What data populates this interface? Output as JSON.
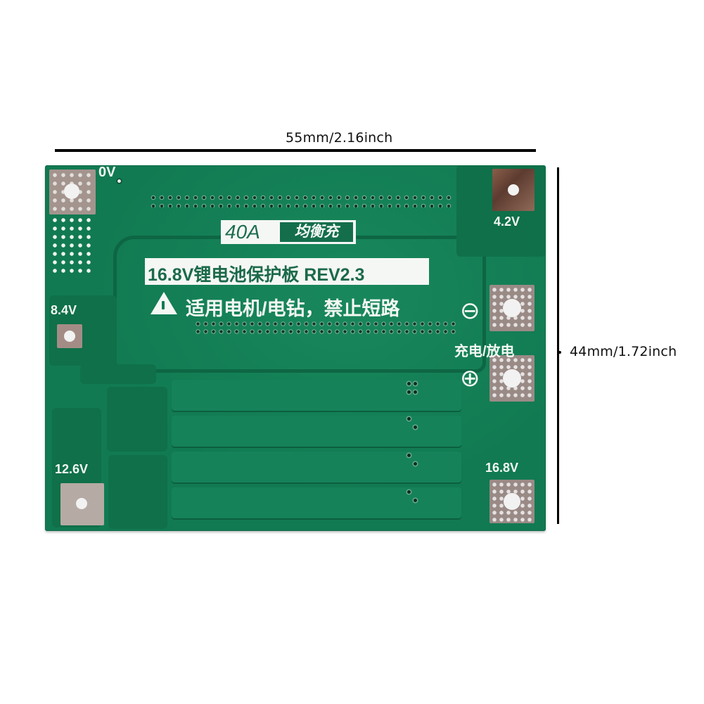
{
  "dimensions": {
    "width_label": "55mm/2.16inch",
    "height_label": "44mm/1.72inch"
  },
  "board": {
    "color": "#117a52",
    "badge": {
      "current": "40A",
      "feature": "均衡充"
    },
    "title_line": "16.8V锂电池保护板 REV2.3",
    "warning_line": "适用电机/电钻，禁止短路",
    "terminals": {
      "b0": "0V",
      "b1": "4.2V",
      "b2": "8.4V",
      "b3": "12.6V",
      "b4": "16.8V",
      "charge_discharge": "充电/放电",
      "minus_symbol": "⊖",
      "plus_symbol": "⊕"
    }
  }
}
